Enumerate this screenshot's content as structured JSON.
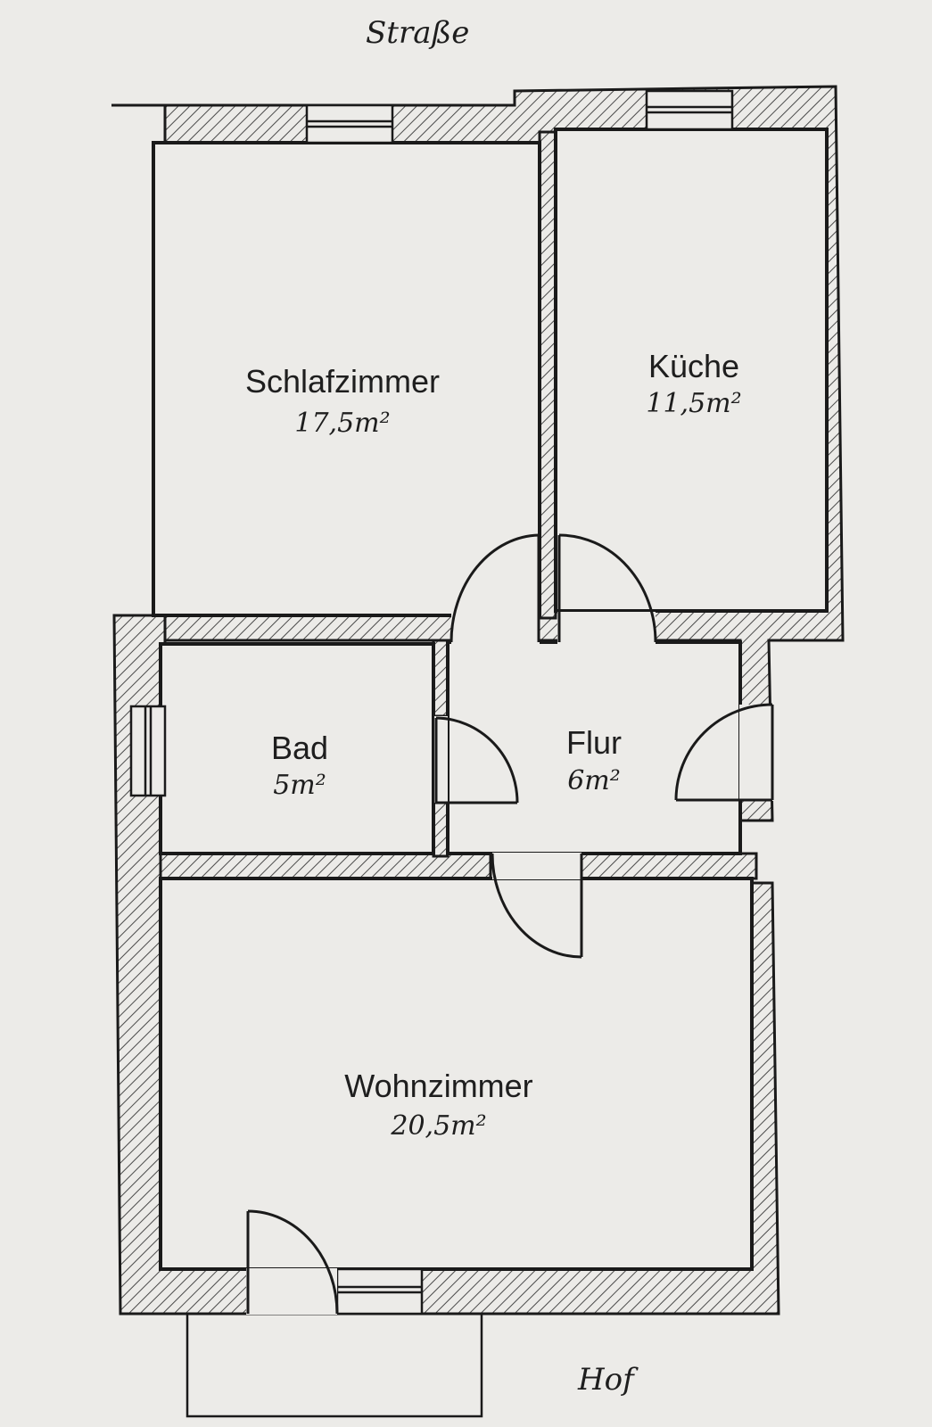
{
  "labels": {
    "street": "Straße",
    "yard": "Hof"
  },
  "rooms": [
    {
      "id": "schlafzimmer",
      "name": "Schlafzimmer",
      "area": "17,5m²"
    },
    {
      "id": "kueche",
      "name": "Küche",
      "area": "11,5m²"
    },
    {
      "id": "bad",
      "name": "Bad",
      "area": "5m²"
    },
    {
      "id": "flur",
      "name": "Flur",
      "area": "6m²"
    },
    {
      "id": "wohnzimmer",
      "name": "Wohnzimmer",
      "area": "20,5m²"
    }
  ],
  "colors": {
    "background": "#ecebe8",
    "wall_line": "#1a1a1a",
    "wall_hatch": "#4a4a4a"
  }
}
